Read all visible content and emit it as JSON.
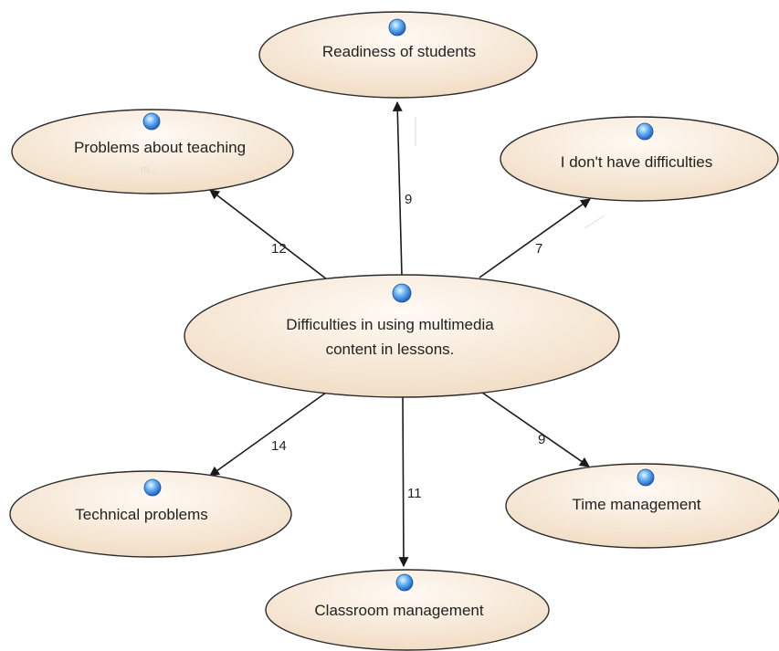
{
  "diagram": {
    "center": {
      "lines": [
        "Difficulties in using multimedia",
        "content in lessons."
      ]
    },
    "nodes": [
      {
        "id": "readiness",
        "label": "Readiness of students"
      },
      {
        "id": "teaching",
        "label": "Problems about teaching",
        "sublabel": "m..."
      },
      {
        "id": "no-difficulties",
        "label": "I don't have difficulties"
      },
      {
        "id": "technical",
        "label": "Technical problems"
      },
      {
        "id": "time",
        "label": "Time management"
      },
      {
        "id": "classroom",
        "label": "Classroom management"
      }
    ],
    "edges": [
      {
        "to": "readiness",
        "weight": "9"
      },
      {
        "to": "teaching",
        "weight": "12"
      },
      {
        "to": "no-difficulties",
        "weight": "7"
      },
      {
        "to": "technical",
        "weight": "14"
      },
      {
        "to": "classroom",
        "weight": "11"
      },
      {
        "to": "time",
        "weight": "9"
      }
    ]
  },
  "colors": {
    "node_fill_light": "#fdf6ee",
    "node_fill_dark": "#f1dcc4",
    "node_stroke": "#2b2b2b",
    "edge": "#1a1a1a",
    "marker_blue": "#3f8ee8"
  }
}
